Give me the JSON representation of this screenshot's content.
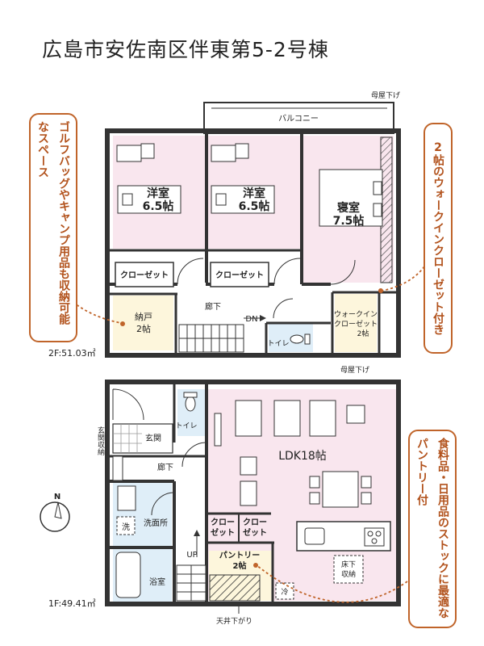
{
  "title": "広島市安佐南区伴東第5-2号棟",
  "floor2": {
    "area_label": "2F:51.03㎡",
    "balcony": "バルコニー",
    "roof_top": "母屋下げ",
    "roof_bottom": "母屋下げ",
    "room_left": {
      "name": "洋室",
      "size": "6.5帖"
    },
    "room_mid": {
      "name": "洋室",
      "size": "6.5帖"
    },
    "room_right": {
      "name": "寝室",
      "size": "7.5帖"
    },
    "closet_left": "クローゼット",
    "closet_mid": "クローゼット",
    "storage": {
      "name": "納戸",
      "size": "2帖"
    },
    "hall": "廊下",
    "stair_dir": "DN",
    "toilet": "トイレ",
    "wic": {
      "line1": "ウォークイン",
      "line2": "クローゼット",
      "size": "2帖"
    }
  },
  "floor1": {
    "area_label": "1F:49.41㎡",
    "ldk": "LDK18帖",
    "entrance": "玄関",
    "entrance_storage": "玄関収納",
    "hall": "廊下",
    "toilet": "トイレ",
    "washroom": "洗面所",
    "wash_mark": "洗",
    "bath": "浴室",
    "closet_a": {
      "line1": "クロー",
      "line2": "ゼット"
    },
    "closet_b": {
      "line1": "クロー",
      "line2": "ゼット"
    },
    "pantry": {
      "name": "パントリー",
      "size": "2帖"
    },
    "floor_storage": {
      "line1": "床下",
      "line2": "収納"
    },
    "stair_dir": "UP",
    "fridge": "冷",
    "ceiling_note": "天井下がり"
  },
  "north": "N",
  "callouts": {
    "left": "ゴルフバッグやキャンプ用品も収納可能なスペース",
    "right_top": "2帖のウォークインクローゼット付き",
    "right_bottom": "食料品・日用品のストックに最適なパントリー付"
  },
  "colors": {
    "pink": "#f9e6ee",
    "cream": "#fdf6dc",
    "blue": "#dfeef8",
    "wall": "#333333",
    "accent": "#c0642a"
  }
}
